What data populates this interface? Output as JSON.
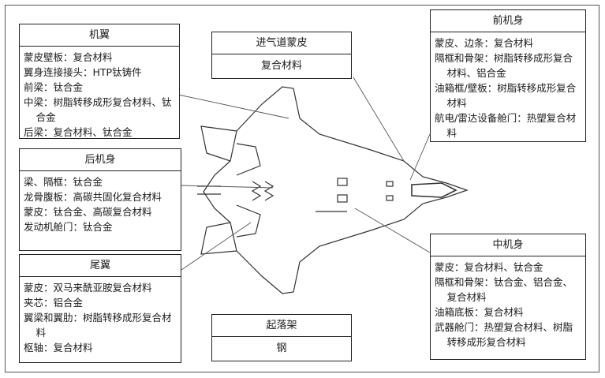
{
  "wing": {
    "title": "机翼",
    "lines": [
      "蒙皮壁板：复合材料",
      "翼身连接接头：HTP钛铸件",
      "前梁：钛合金",
      "中梁：树脂转移成形复合材料、钛合金",
      "后梁：复合材料、钛合金"
    ]
  },
  "aft_fuselage": {
    "title": "后机身",
    "lines": [
      "梁、隔框：钛合金",
      "龙骨腹板：高碳共固化复合材料",
      "蒙皮：钛合金、高碳复合材料",
      "发动机舱门：钛合金"
    ]
  },
  "tail": {
    "title": "尾翼",
    "lines": [
      "蒙皮：双马来酰亚胺复合材料",
      "夹芯：铝合金",
      "翼梁和翼肋：树脂转移成形复合材料",
      "枢轴：复合材料"
    ]
  },
  "inlet_skin": {
    "title": "进气道蒙皮",
    "value": "复合材料"
  },
  "landing_gear": {
    "title": "起落架",
    "value": "钢"
  },
  "forward_fuselage": {
    "title": "前机身",
    "lines": [
      "蒙皮、边条：复合材料",
      "隔框和骨架：树脂转移成形复合材料、铝合金",
      "油箱框/壁板：树脂转移成形复合材料",
      "航电/雷达设备舱门：热塑复合材料"
    ]
  },
  "mid_fuselage": {
    "title": "中机身",
    "lines": [
      "蒙皮：复合材料、钛合金",
      "隔框和骨架：钛合金、铝合金、复合材料",
      "油箱底板：复合材料",
      "武器舱门：热塑复合材料、树脂转移成形复合材料"
    ]
  },
  "colors": {
    "outline": "#222222",
    "line": "#555555",
    "background": "#ffffff"
  }
}
